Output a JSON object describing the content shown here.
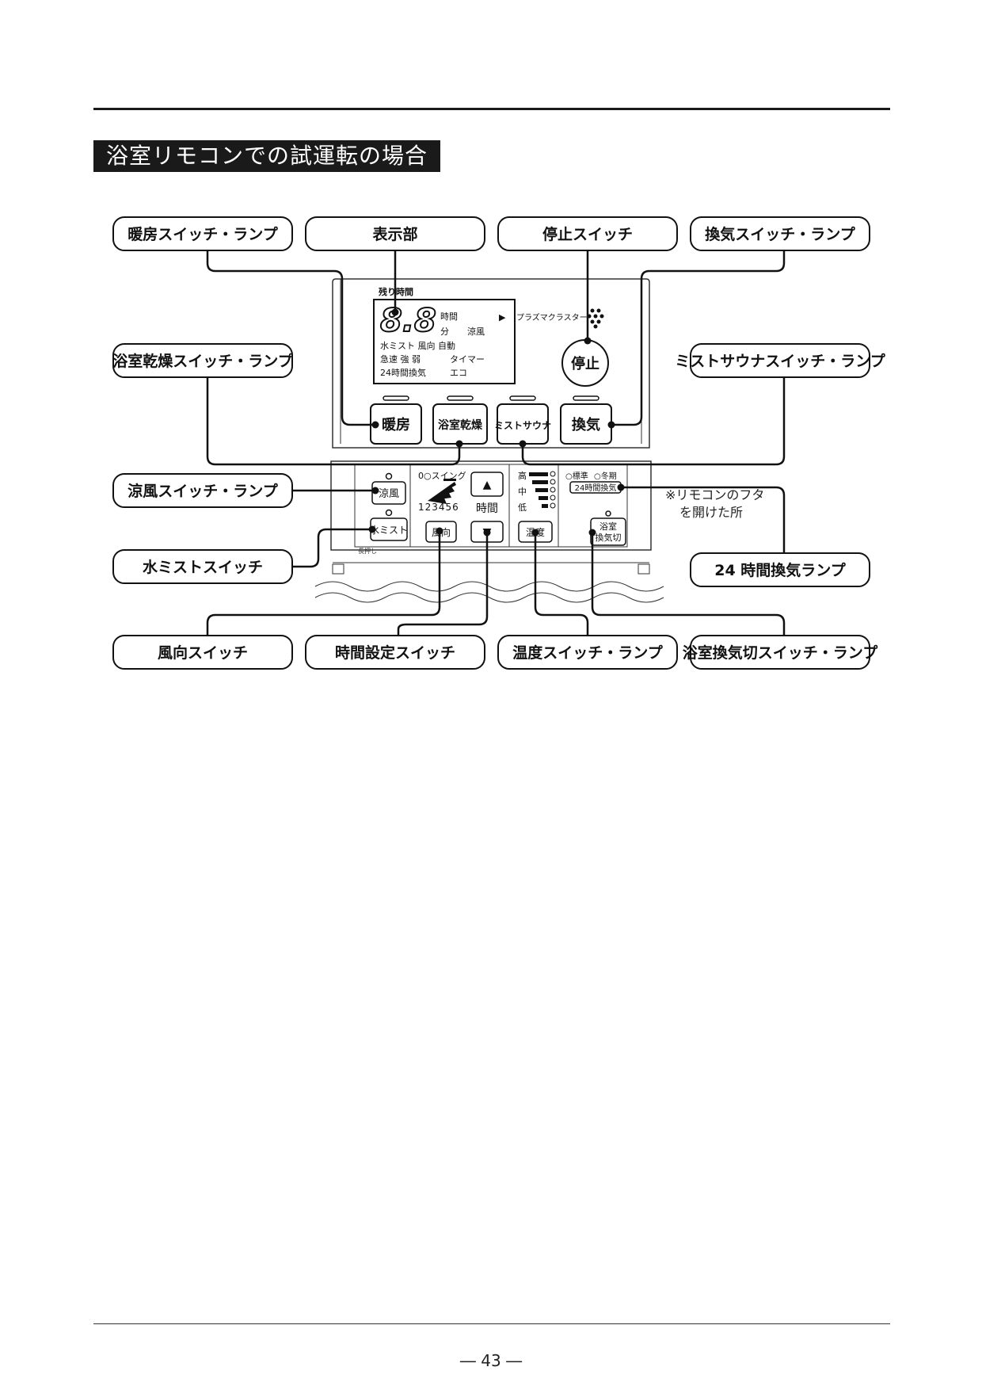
{
  "section_title": "浴室リモコンでの試運転の場合",
  "page_number": "― 43 ―",
  "labels": {
    "dambo_switch_lamp": "暖房スイッチ・ランプ",
    "display": "表示部",
    "stop_switch": "停止スイッチ",
    "kanki_switch_lamp": "換気スイッチ・ランプ",
    "kansou_switch_lamp": "浴室乾燥スイッチ・ランプ",
    "mist_sauna_switch_lamp": "ミストサウナスイッチ・ランプ",
    "ryofu_switch_lamp": "涼風スイッチ・ランプ",
    "mizu_mist_switch": "水ミストスイッチ",
    "kanki24_lamp": "24 時間換気ランプ",
    "fuko_switch": "風向スイッチ",
    "jikan_switch": "時間設定スイッチ",
    "ondo_switch_lamp": "温度スイッチ・ランプ",
    "kanki_kiri_switch_lamp": "浴室換気切スイッチ・ランプ"
  },
  "note": {
    "line1": "※リモコンのフタ",
    "line2": "を開けた所"
  },
  "remote": {
    "lcd": {
      "header": "残り時間",
      "digits": "8.8",
      "hour": "時間",
      "minute": "分",
      "ryofu": "涼風",
      "row1": "水ミスト 風向 自動",
      "row2": "急速 強 弱",
      "timer": "タイマー",
      "row3": "24時間換気",
      "eco": "エコ"
    },
    "plasma": "プラズマクラスター",
    "arrow": "▶",
    "stop": "停止",
    "buttons": {
      "dambo": "暖房",
      "kansou": "浴室乾燥",
      "mist_sauna": "ミストサウナ",
      "kanki": "換気"
    },
    "lower": {
      "ryofu": "涼風",
      "mizu_mist": "水ミスト",
      "swing": "0○スイング",
      "swing_nums": "123456",
      "fuko": "風向",
      "up": "▲",
      "jikan": "時間",
      "down": "▼",
      "temp_high": "高",
      "temp_mid": "中",
      "temp_low": "低",
      "ondo": "温度",
      "hyojun": "○標準",
      "touki": "○冬期",
      "kanki24": "24時間換気",
      "yokushitsu": "浴室",
      "kankikiri": "換気切",
      "small_mark": "長押し"
    }
  }
}
